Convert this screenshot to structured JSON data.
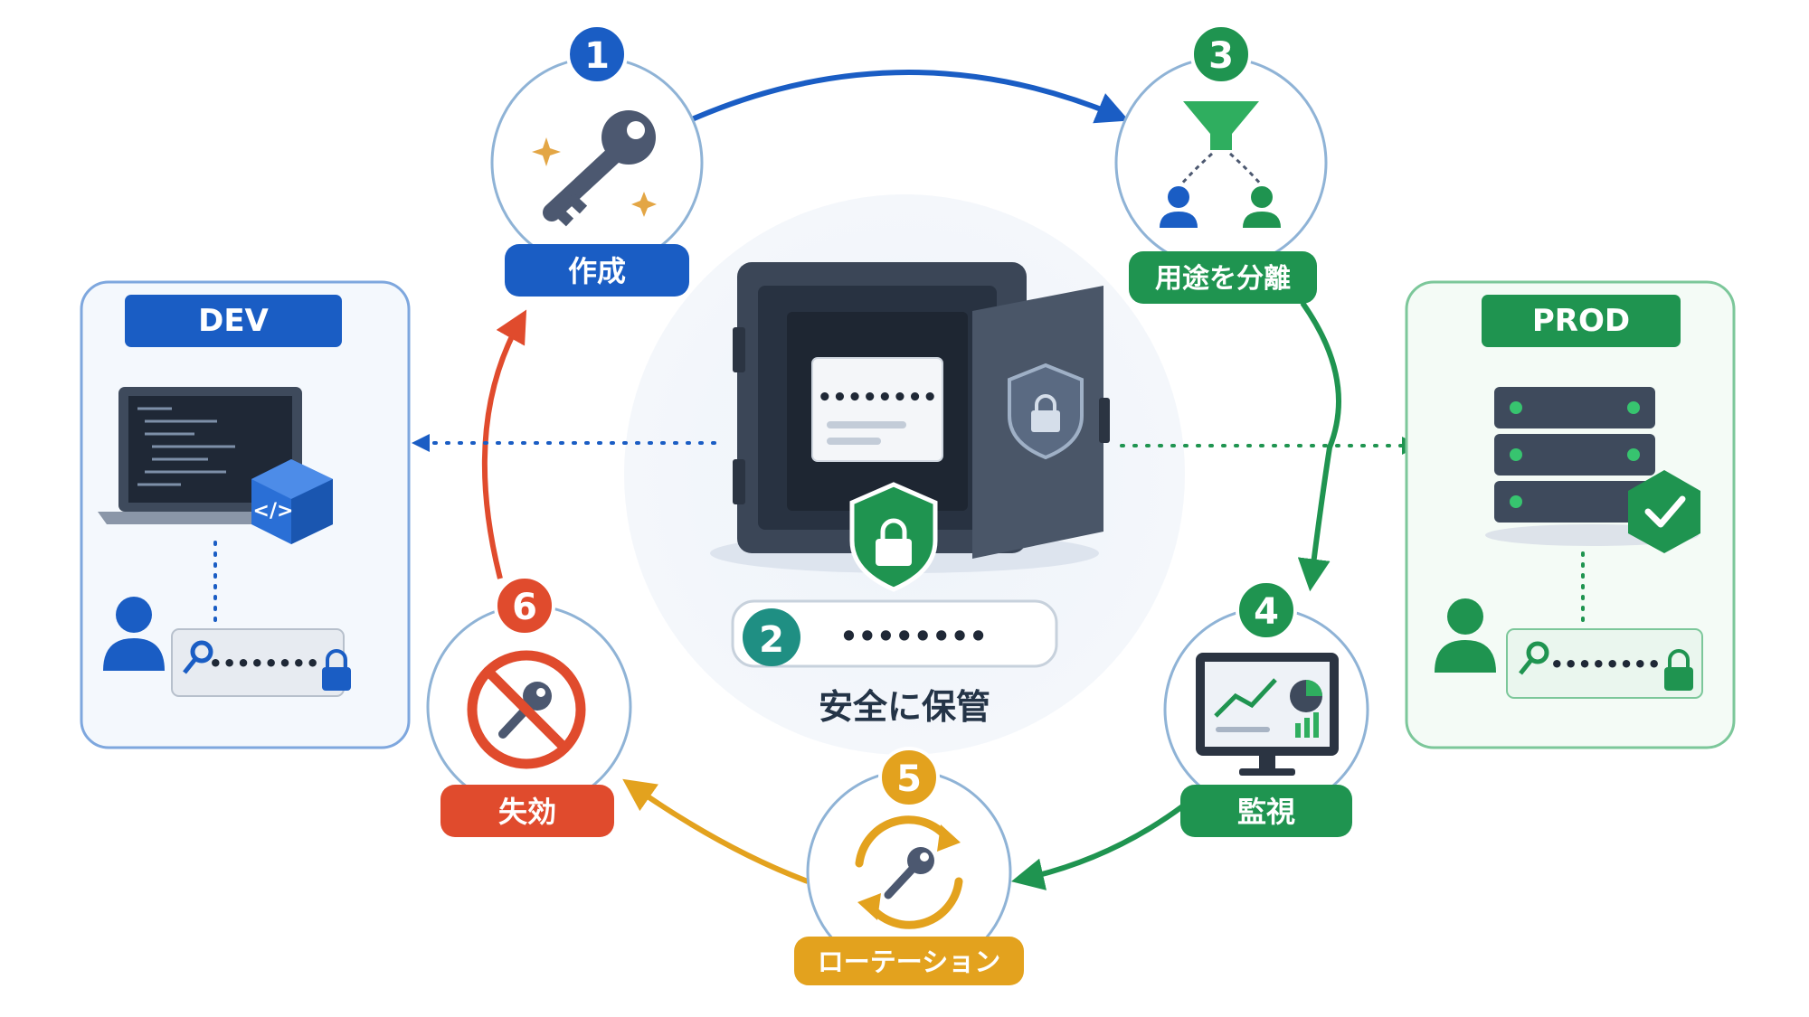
{
  "steps": [
    {
      "number": "1",
      "label": "作成",
      "color": "#1a5dc4",
      "icon": "key-icon"
    },
    {
      "number": "2",
      "label": "安全に保管",
      "color": "#1f8f83",
      "icon": "safe-icon",
      "mask": "••••••••"
    },
    {
      "number": "3",
      "label": "用途を分離",
      "color": "#1f9450",
      "icon": "funnel-split-icon"
    },
    {
      "number": "4",
      "label": "監視",
      "color": "#1f9450",
      "icon": "monitor-chart-icon"
    },
    {
      "number": "5",
      "label": "ローテーション",
      "color": "#e3a21e",
      "icon": "rotate-key-icon"
    },
    {
      "number": "6",
      "label": "失効",
      "color": "#e04b2d",
      "icon": "no-key-icon"
    }
  ],
  "environments": {
    "dev": {
      "label": "DEV",
      "color": "#1a5dc4",
      "mask": "••••••••"
    },
    "prod": {
      "label": "PROD",
      "color": "#1f9450",
      "mask": "••••••••"
    }
  },
  "vault": {
    "card_mask": "••••••••"
  }
}
